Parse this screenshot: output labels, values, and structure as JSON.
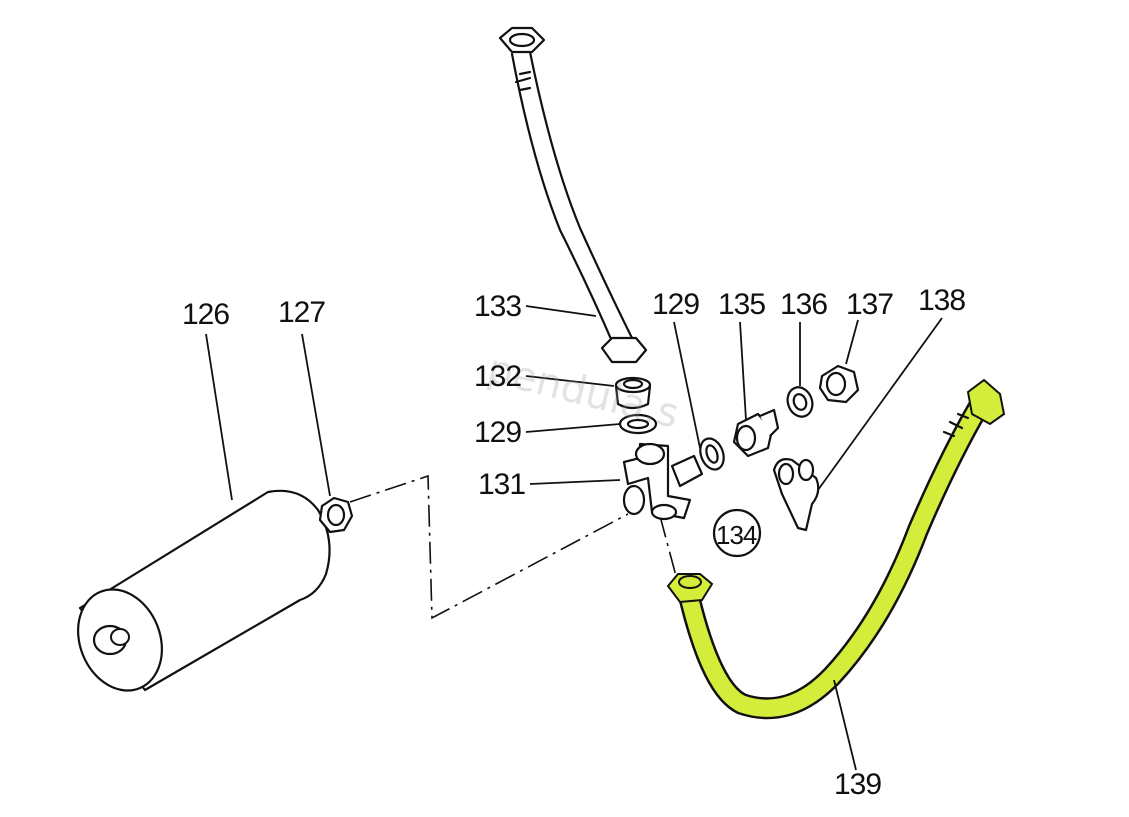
{
  "watermark": "pendula.s",
  "highlight_color": "#d4ec3a",
  "parts": {
    "p126": "126",
    "p127": "127",
    "p129a": "129",
    "p129b": "129",
    "p131": "131",
    "p132": "132",
    "p133": "133",
    "p134": "134",
    "p135": "135",
    "p136": "136",
    "p137": "137",
    "p138": "138",
    "p139": "139"
  }
}
